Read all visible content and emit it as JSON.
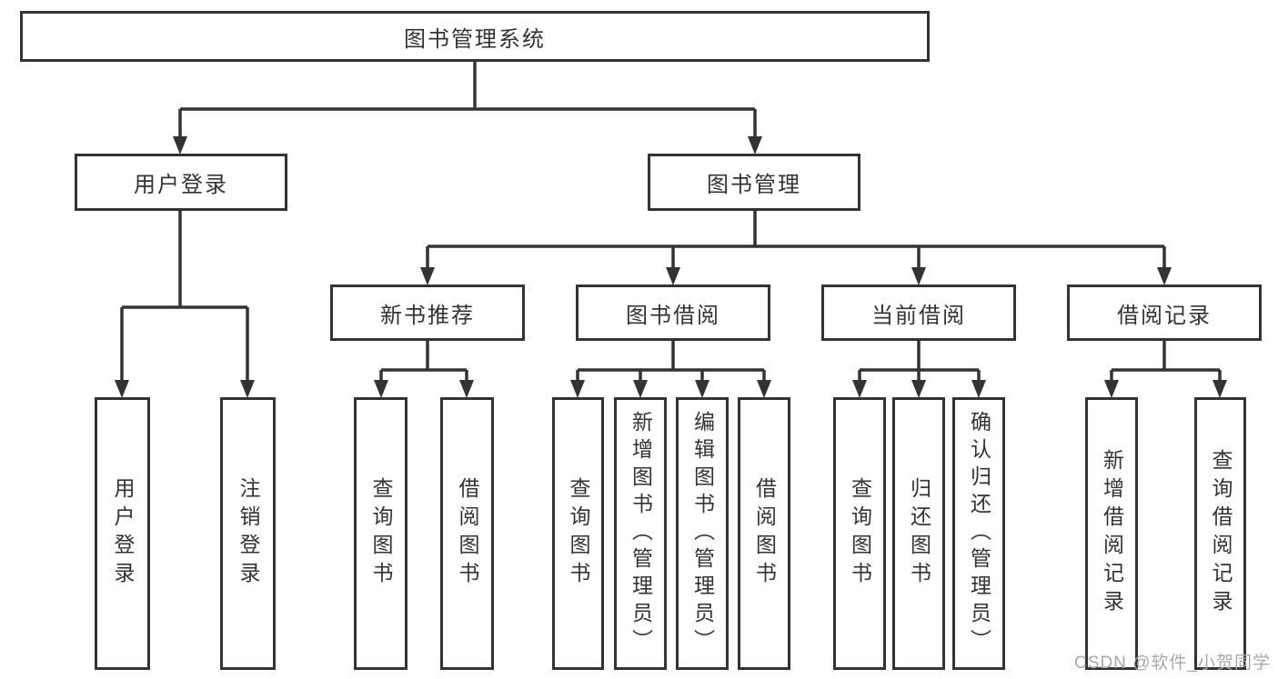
{
  "diagram": {
    "root": {
      "label": "图书管理系统"
    },
    "branches": {
      "user_login": {
        "label": "用户登录",
        "children": [
          {
            "label": "用户登录"
          },
          {
            "label": "注销登录"
          }
        ]
      },
      "book_mgmt": {
        "label": "图书管理",
        "children": [
          {
            "label": "新书推荐",
            "children": [
              {
                "label": "查询图书"
              },
              {
                "label": "借阅图书"
              }
            ]
          },
          {
            "label": "图书借阅",
            "children": [
              {
                "label": "查询图书"
              },
              {
                "label": "新增图书（管理员）"
              },
              {
                "label": "编辑图书（管理员）"
              },
              {
                "label": "借阅图书"
              }
            ]
          },
          {
            "label": "当前借阅",
            "children": [
              {
                "label": "查询图书"
              },
              {
                "label": "归还图书"
              },
              {
                "label": "确认归还（管理员）"
              }
            ]
          },
          {
            "label": "借阅记录",
            "children": [
              {
                "label": "新增借阅记录"
              },
              {
                "label": "查询借阅记录"
              }
            ]
          }
        ]
      }
    }
  },
  "watermark": {
    "text": "CSDN @软件_小贺同学"
  },
  "colors": {
    "line": "#333333",
    "box_border": "#333333",
    "text": "#333333",
    "background": "#ffffff",
    "watermark": "#a8a8a8"
  }
}
